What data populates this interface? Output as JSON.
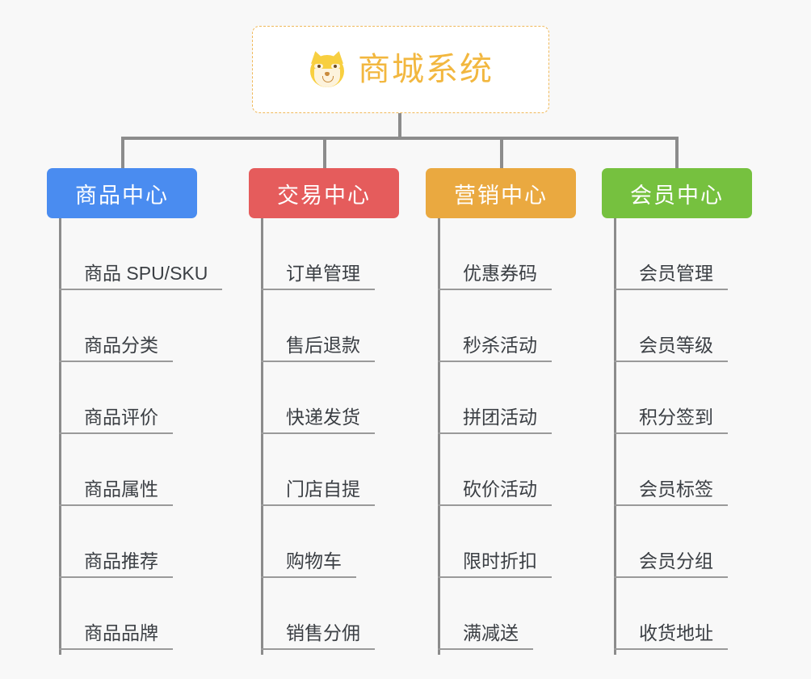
{
  "page": {
    "background_color": "#f8f8f8",
    "type": "mindmap"
  },
  "root": {
    "title": "商城系统",
    "icon": "shiba-dog-emoji",
    "border_color": "#f0b95a",
    "text_color": "#f2b73f",
    "background_color": "#ffffff"
  },
  "connector": {
    "color": "#8c8c8c"
  },
  "branches": [
    {
      "title": "商品中心",
      "color": "#4a8cf0",
      "leaves": [
        {
          "label": "商品 SPU/SKU"
        },
        {
          "label": "商品分类"
        },
        {
          "label": "商品评价"
        },
        {
          "label": "商品属性"
        },
        {
          "label": "商品推荐"
        },
        {
          "label": "商品品牌"
        }
      ]
    },
    {
      "title": "交易中心",
      "color": "#e55c5c",
      "leaves": [
        {
          "label": "订单管理"
        },
        {
          "label": "售后退款"
        },
        {
          "label": "快递发货"
        },
        {
          "label": "门店自提"
        },
        {
          "label": "购物车"
        },
        {
          "label": "销售分佣"
        }
      ]
    },
    {
      "title": "营销中心",
      "color": "#eaa940",
      "leaves": [
        {
          "label": "优惠券码"
        },
        {
          "label": "秒杀活动"
        },
        {
          "label": "拼团活动"
        },
        {
          "label": "砍价活动"
        },
        {
          "label": "限时折扣"
        },
        {
          "label": "满减送"
        }
      ]
    },
    {
      "title": "会员中心",
      "color": "#76c13f",
      "leaves": [
        {
          "label": "会员管理"
        },
        {
          "label": "会员等级"
        },
        {
          "label": "积分签到"
        },
        {
          "label": "会员标签"
        },
        {
          "label": "会员分组"
        },
        {
          "label": "收货地址"
        }
      ]
    }
  ]
}
